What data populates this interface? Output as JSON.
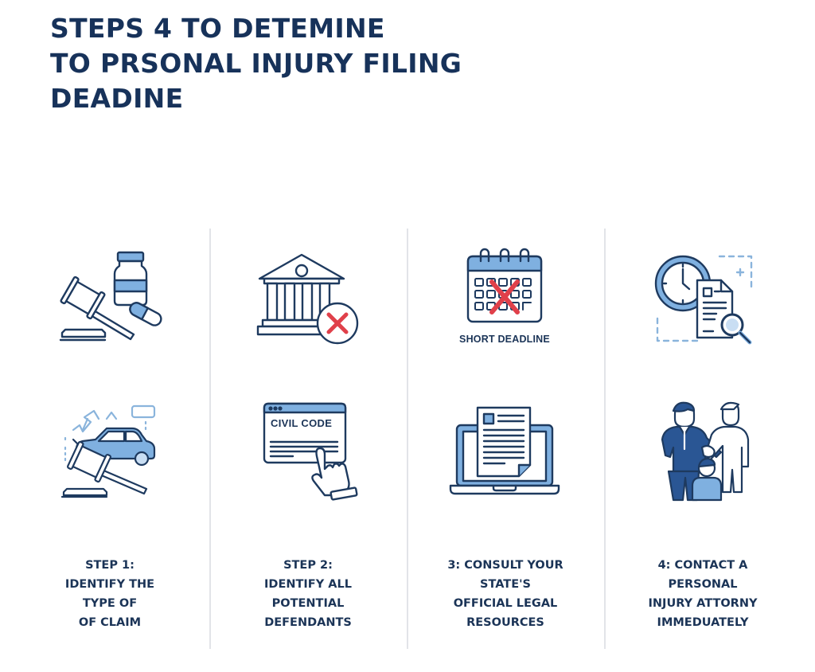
{
  "title": {
    "lines": [
      "STEPS 4 TO DETEMINE",
      "TO PRSONAL INJURY FILING",
      "DEADINE"
    ]
  },
  "colors": {
    "title": "#17325a",
    "stroke": "#1e3a5f",
    "fill_light_blue": "#7fb0e0",
    "fill_pale_blue": "#c9def3",
    "accent_red": "#e0404a",
    "suit_navy": "#2a5694",
    "divider": "#e2e4e8"
  },
  "columns": [
    {
      "top_icon": "gavel-medicine-bottle-icon",
      "bottom_icon": "gavel-car-accident-icon",
      "label_lines": [
        "STEP 1:",
        "IDENTIFY THE",
        "TYPE OF",
        "OF CLAIM"
      ]
    },
    {
      "top_icon": "courthouse-rejected-icon",
      "bottom_icon": "civil-code-browser-click-icon",
      "bottom_icon_text": "CIVIL CODE",
      "label_lines": [
        "STEP 2:",
        "IDENTIFY ALL",
        "POTENTIAL",
        "DEFENDANTS"
      ]
    },
    {
      "top_icon": "calendar-crossed-icon",
      "top_icon_caption": "SHORT DEADLINE",
      "bottom_icon": "laptop-document-icon",
      "label_lines": [
        "3: CONSULT YOUR",
        "STATE'S",
        "OFFICIAL LEGAL",
        "RESOURCES"
      ]
    },
    {
      "top_icon": "clock-document-search-icon",
      "bottom_icon": "attorney-handshake-client-icon",
      "label_lines": [
        "4: CONTACT A",
        "PERSONAL",
        "INJURY ATTORNY",
        "IMMEDUATELY"
      ]
    }
  ]
}
